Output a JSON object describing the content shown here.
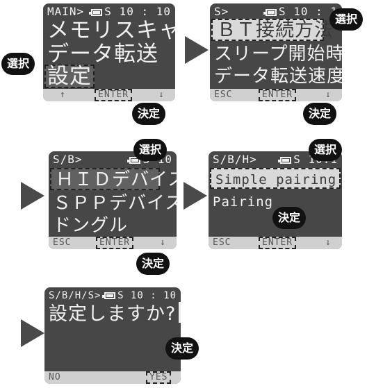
{
  "labels": {
    "select": "選択",
    "confirm": "決定"
  },
  "screen1": {
    "path": "MAIN>",
    "clock": "S 10 : 10",
    "items": [
      "メモリスキャン",
      "データ転送",
      "設定"
    ],
    "softkeys": {
      "left": "↑",
      "center": "ENTER",
      "right": "↓"
    }
  },
  "screen2": {
    "path": "S>",
    "clock": "S 10 : 1",
    "items": [
      "ＢＴ接続方法",
      "スリープ開始時間",
      "データ転送速度"
    ],
    "softkeys": {
      "left": "ESC",
      "center": "ENTER",
      "right": "↓"
    }
  },
  "screen3": {
    "path": "S/B>",
    "clock": "S 10",
    "items": [
      "ＨＩＤデバイス",
      "ＳＰＰデバイス",
      "ドングル"
    ],
    "softkeys": {
      "left": "ESC",
      "center": "ENTER",
      "right": "↓"
    }
  },
  "screen4": {
    "path": "S/B/H>",
    "clock": "S 10:1",
    "items": [
      "Simple pairing",
      "Pairing"
    ],
    "softkeys": {
      "left": "ESC",
      "center": "ENTER",
      "right": "↓"
    }
  },
  "screen5": {
    "path": "S/B/H/S>",
    "clock": "S 10 : 10",
    "prompt": "設定しますか?",
    "softkeys": {
      "left": "NO",
      "right": "YES"
    }
  },
  "colors": {
    "screen": "#474747",
    "bar": "#d0d0d0",
    "bubble": "#111111",
    "arrow": "#4a4a4a"
  }
}
